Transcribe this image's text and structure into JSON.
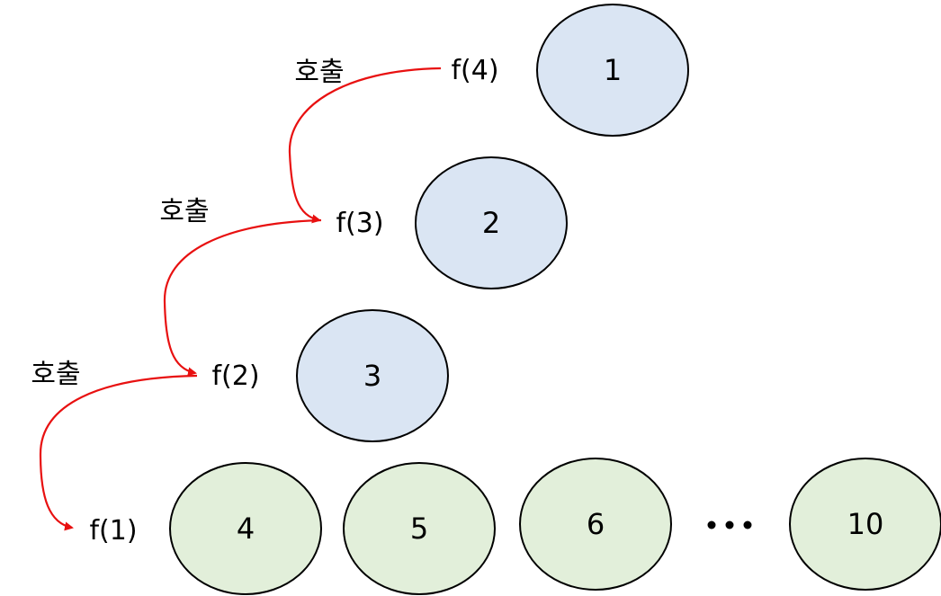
{
  "colors": {
    "recursion_node_fill": "#dae5f3",
    "base_node_fill": "#e2efda",
    "arrow": "#e81010",
    "outline": "#000000"
  },
  "calls": [
    {
      "label": "f(4)",
      "call_label": "호출"
    },
    {
      "label": "f(3)",
      "call_label": "호출"
    },
    {
      "label": "f(2)",
      "call_label": "호출"
    },
    {
      "label": "f(1)"
    }
  ],
  "recursion_nodes": [
    "1",
    "2",
    "3"
  ],
  "base_nodes": [
    "4",
    "5",
    "6",
    "10"
  ],
  "ellipsis": "•••"
}
